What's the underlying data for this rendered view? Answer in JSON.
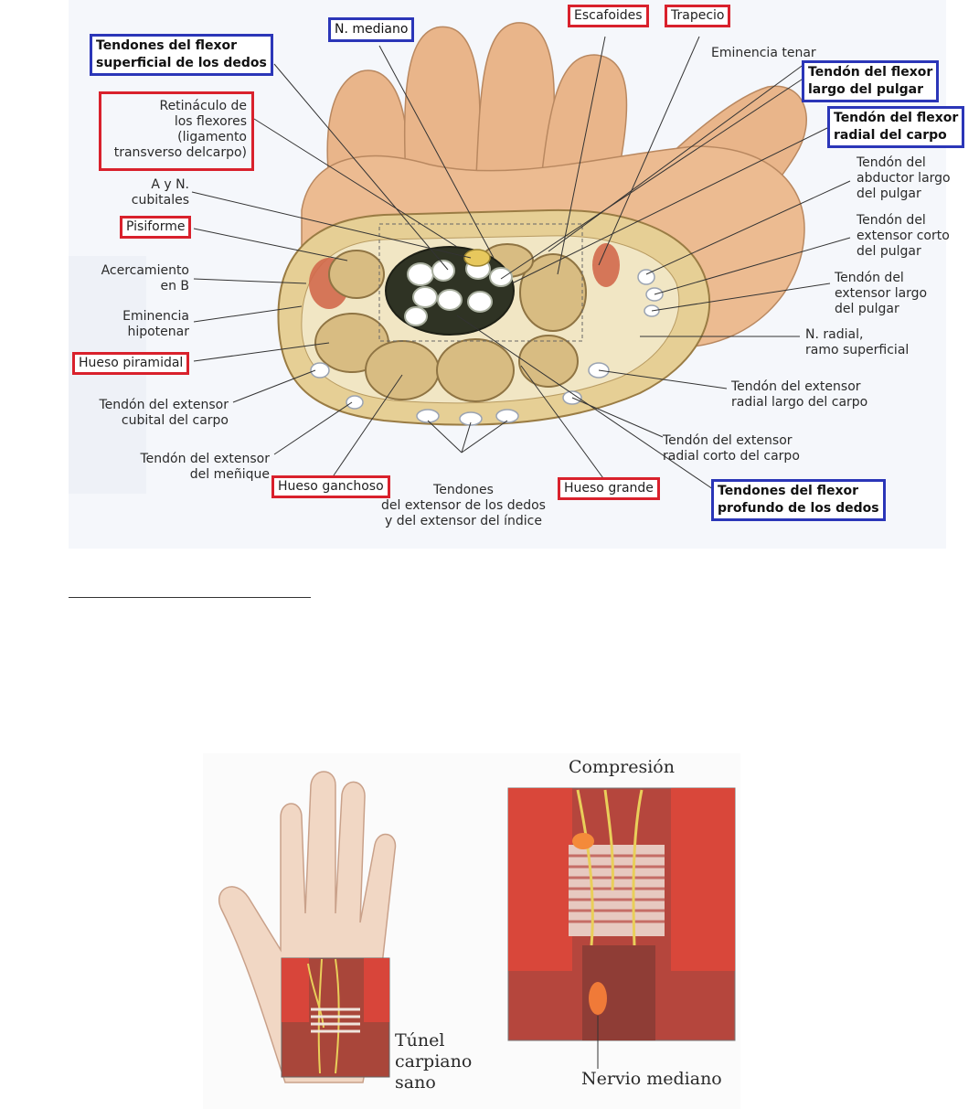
{
  "top_figure": {
    "labels_plain": {
      "eminencia_tenar": "Eminencia tenar",
      "retinaculo": [
        "Retináculo de",
        "los flexores",
        "(ligamento",
        "transverso delcarpo)"
      ],
      "ay_n_cubitales": [
        "A y N.",
        "cubitales"
      ],
      "acercamiento": [
        "Acercamiento",
        "en B"
      ],
      "eminencia_hipotenar": [
        "Eminencia",
        "hipotenar"
      ],
      "ext_cubital": [
        "Tendón del extensor",
        "cubital del carpo"
      ],
      "ext_menique": [
        "Tendón del extensor",
        "del meñique"
      ],
      "tendones_ext_dedos": [
        "Tendones",
        "del extensor de los dedos",
        "y del extensor del índice"
      ],
      "abductor_largo": [
        "Tendón del",
        "abductor largo",
        "del pulgar"
      ],
      "ext_corto": [
        "Tendón del",
        "extensor corto",
        "del pulgar"
      ],
      "ext_largo": [
        "Tendón del",
        "extensor largo",
        "del pulgar"
      ],
      "n_radial": [
        "N. radial,",
        "ramo superficial"
      ],
      "ext_radial_largo": [
        "Tendón del extensor",
        "radial largo del carpo"
      ],
      "ext_radial_corto": [
        "Tendón del extensor",
        "radial corto del carpo"
      ]
    },
    "labels_red": {
      "escafoides": "Escafoides",
      "trapecio": "Trapecio",
      "pisiforme": "Pisiforme",
      "hueso_piramidal": "Hueso piramidal",
      "hueso_ganchoso": "Hueso ganchoso",
      "hueso_grande": "Hueso grande"
    },
    "labels_blue": {
      "n_mediano": "N. mediano",
      "flexor_superficial": [
        "Tendones del flexor",
        "superficial de los dedos"
      ],
      "flexor_largo_pulgar": [
        "Tendón del flexor",
        "largo del pulgar"
      ],
      "flexor_radial_carpo": [
        "Tendón del flexor",
        "radial del carpo"
      ],
      "flexor_profundo": [
        "Tendones del flexor",
        "profundo de los dedos"
      ]
    }
  },
  "bottom_figure": {
    "compresion": "Compresión",
    "tunel": [
      "Túnel",
      "carpiano",
      "sano"
    ],
    "nervio_mediano": "Nervio mediano"
  },
  "colors": {
    "red_box": "#d9212c",
    "blue_box": "#2b36b8"
  }
}
